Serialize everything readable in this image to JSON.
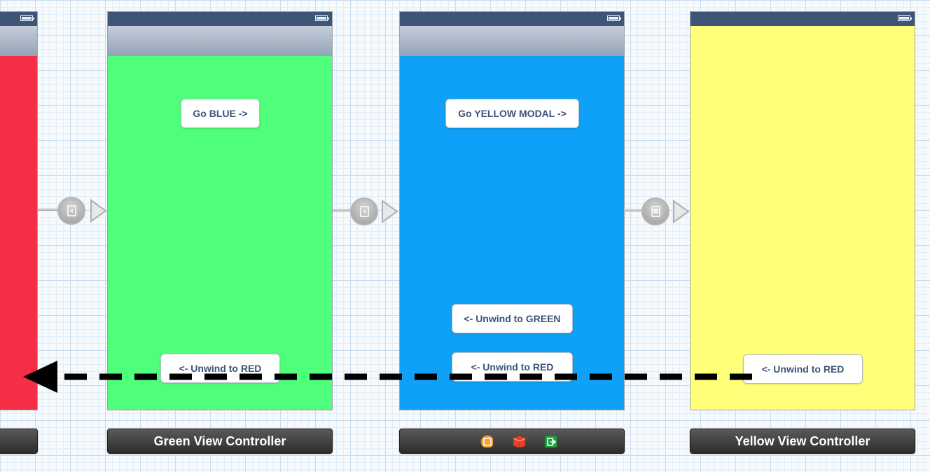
{
  "scenes": {
    "red": {
      "color": "#f52e47",
      "dock_title": ""
    },
    "green": {
      "color": "#4fff7b",
      "dock_title": "Green View Controller",
      "go_button": "Go BLUE ->",
      "unwind_red_button": "<- Unwind to RED"
    },
    "blue": {
      "color": "#0ea1f7",
      "go_button": "Go YELLOW MODAL ->",
      "unwind_green_button": "<- Unwind to GREEN",
      "unwind_red_button": "<- Unwind to RED",
      "dock_icons": [
        "first-responder-icon",
        "exit-icon",
        "unwind-exit-icon"
      ]
    },
    "yellow": {
      "color": "#ffff79",
      "dock_title": "Yellow View Controller",
      "unwind_red_button": "<- Unwind to RED"
    }
  },
  "segues": [
    {
      "from": "red",
      "to": "green",
      "type": "push",
      "icon": "push-segue-icon"
    },
    {
      "from": "green",
      "to": "blue",
      "type": "push",
      "icon": "push-segue-icon"
    },
    {
      "from": "blue",
      "to": "yellow",
      "type": "modal",
      "icon": "modal-segue-icon"
    }
  ],
  "unwind_arrow": {
    "target": "red",
    "style": "dashed"
  },
  "colors": {
    "status_bar": "#3d5677",
    "button_text": "#395579",
    "dock": "#2c2c2c"
  }
}
